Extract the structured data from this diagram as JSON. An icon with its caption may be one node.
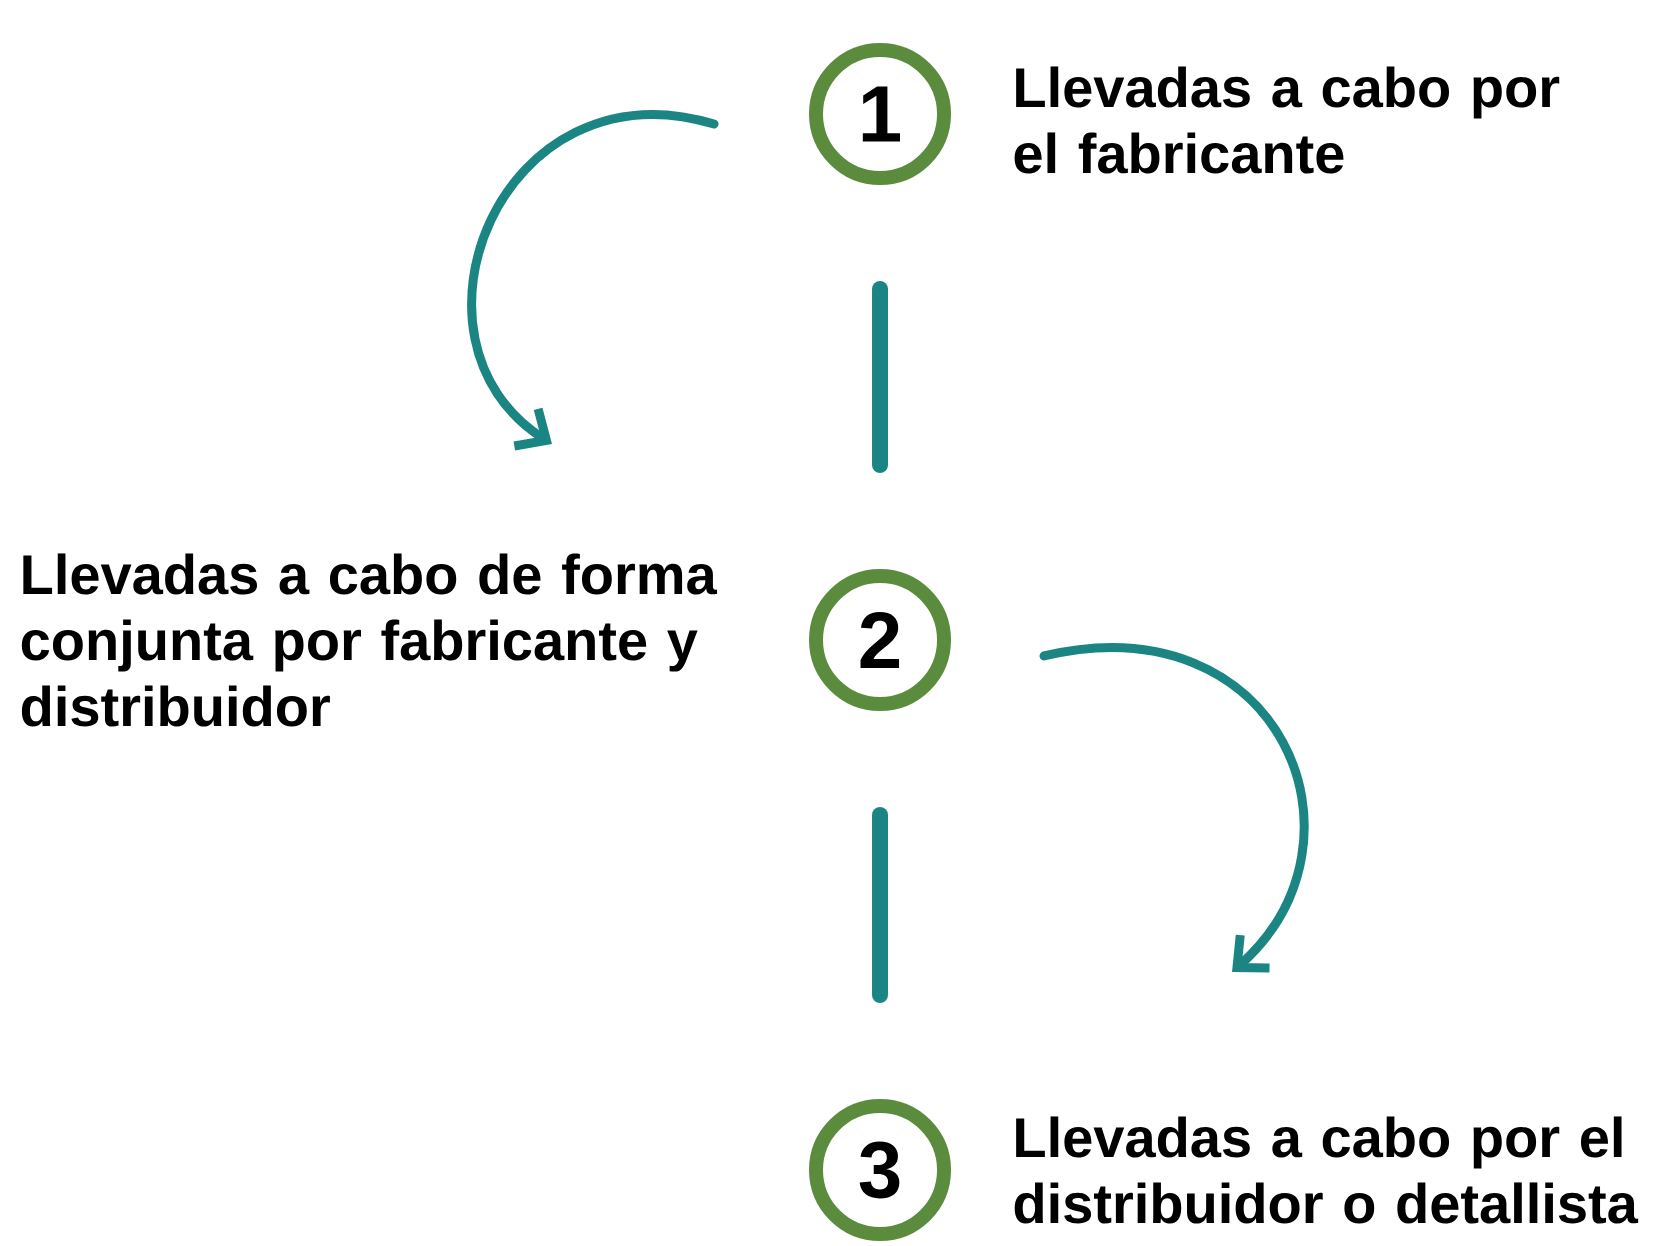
{
  "diagram": {
    "nodes": [
      {
        "text": [
          "1"
        ],
        "beside": [
          "Llevadas a cabo por el fabricante"
        ]
      },
      {
        "text": [
          "2"
        ],
        "beside": [
          "Llevadas a cabo de forma conjunta por fabricante y distribuidor"
        ]
      },
      {
        "text": [
          "3"
        ],
        "beside": [
          "Llevadas a cabo por el distribuidor o detallista"
        ]
      }
    ],
    "edges": [
      {
        "from": 0,
        "to": 1,
        "arrow": "none"
      },
      {
        "from": 1,
        "to": 2,
        "arrow": "none"
      }
    ]
  }
}
